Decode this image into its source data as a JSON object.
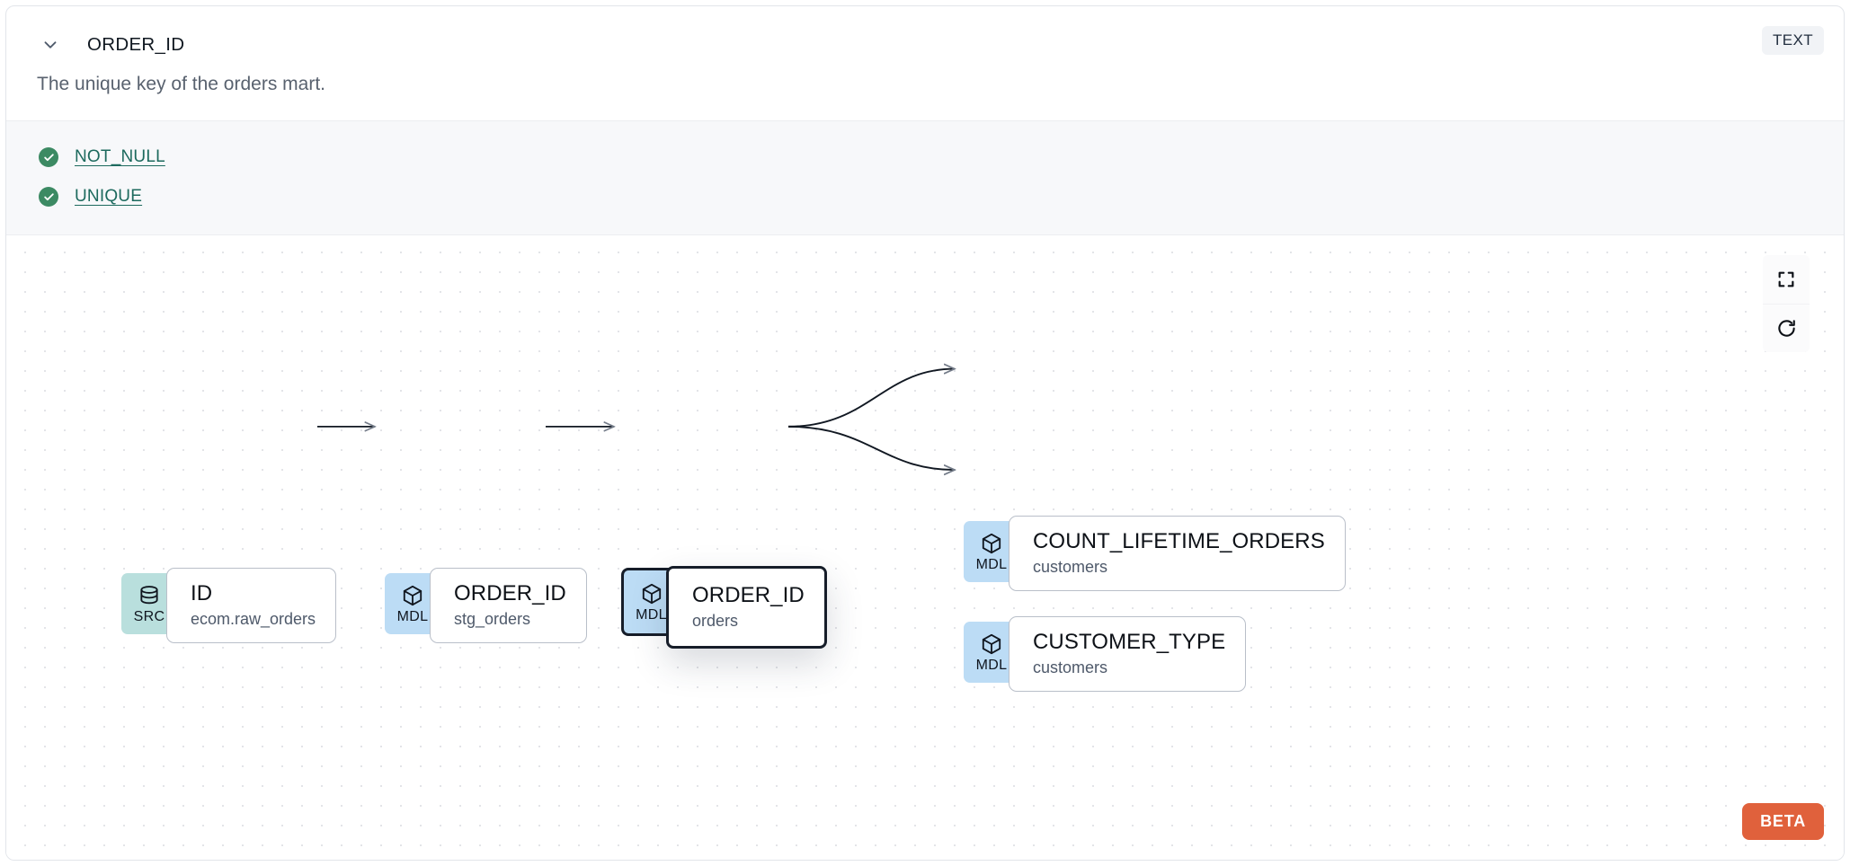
{
  "header": {
    "chevron_icon": "chevron-down-icon",
    "column_name": "ORDER_ID",
    "type_badge": "TEXT"
  },
  "description": "The unique key of the orders mart.",
  "tests": [
    {
      "status_icon": "check-circle-icon",
      "label": "NOT_NULL",
      "status": "passed"
    },
    {
      "status_icon": "check-circle-icon",
      "label": "UNIQUE",
      "status": "passed"
    }
  ],
  "lineage": {
    "nodes": [
      {
        "id": "src",
        "badge": "SRC",
        "badge_icon": "database-icon",
        "name": "ID",
        "subtitle": "ecom.raw_orders",
        "selected": false
      },
      {
        "id": "stg",
        "badge": "MDL",
        "badge_icon": "cube-icon",
        "name": "ORDER_ID",
        "subtitle": "stg_orders",
        "selected": false
      },
      {
        "id": "orders",
        "badge": "MDL",
        "badge_icon": "cube-icon",
        "name": "ORDER_ID",
        "subtitle": "orders",
        "selected": true
      },
      {
        "id": "count",
        "badge": "MDL",
        "badge_icon": "cube-icon",
        "name": "COUNT_LIFETIME_ORDERS",
        "subtitle": "customers",
        "selected": false
      },
      {
        "id": "custtype",
        "badge": "MDL",
        "badge_icon": "cube-icon",
        "name": "CUSTOMER_TYPE",
        "subtitle": "customers",
        "selected": false
      }
    ],
    "edges": [
      {
        "from": "src",
        "to": "stg"
      },
      {
        "from": "stg",
        "to": "orders"
      },
      {
        "from": "orders",
        "to": "count"
      },
      {
        "from": "orders",
        "to": "custtype"
      }
    ],
    "controls": [
      {
        "id": "fit-view",
        "icon": "fullscreen-icon"
      },
      {
        "id": "reset",
        "icon": "refresh-icon"
      }
    ],
    "beta_label": "BETA"
  },
  "colors": {
    "src_badge": "#b9dfdd",
    "mdl_badge": "#bcdcf5",
    "test_pass": "#3c8a63",
    "test_link": "#1d6a5e",
    "beta": "#e0613c",
    "selected_border": "#161d29"
  }
}
